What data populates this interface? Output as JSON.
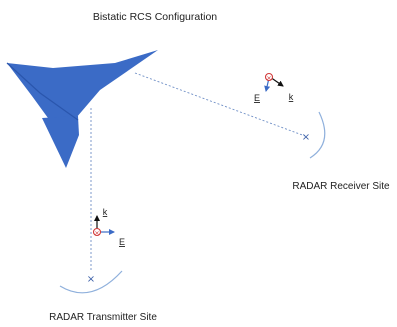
{
  "title": "Bistatic RCS Configuration",
  "receiver": {
    "label": "RADAR Receiver Site",
    "vector_k": "k",
    "vector_e": "E"
  },
  "transmitter": {
    "label": "RADAR Transmitter Site",
    "vector_k": "k",
    "vector_e": "E"
  },
  "colors": {
    "target": "#3b6bc6",
    "target_dark": "#2a56ad",
    "line": "#6f8fc6",
    "arc": "#8fb0dc",
    "site_marker": "#3b5fa8",
    "k_vector": "#111111",
    "e_vector": "#3b6bc6",
    "h_marker": "#d23a3a"
  }
}
